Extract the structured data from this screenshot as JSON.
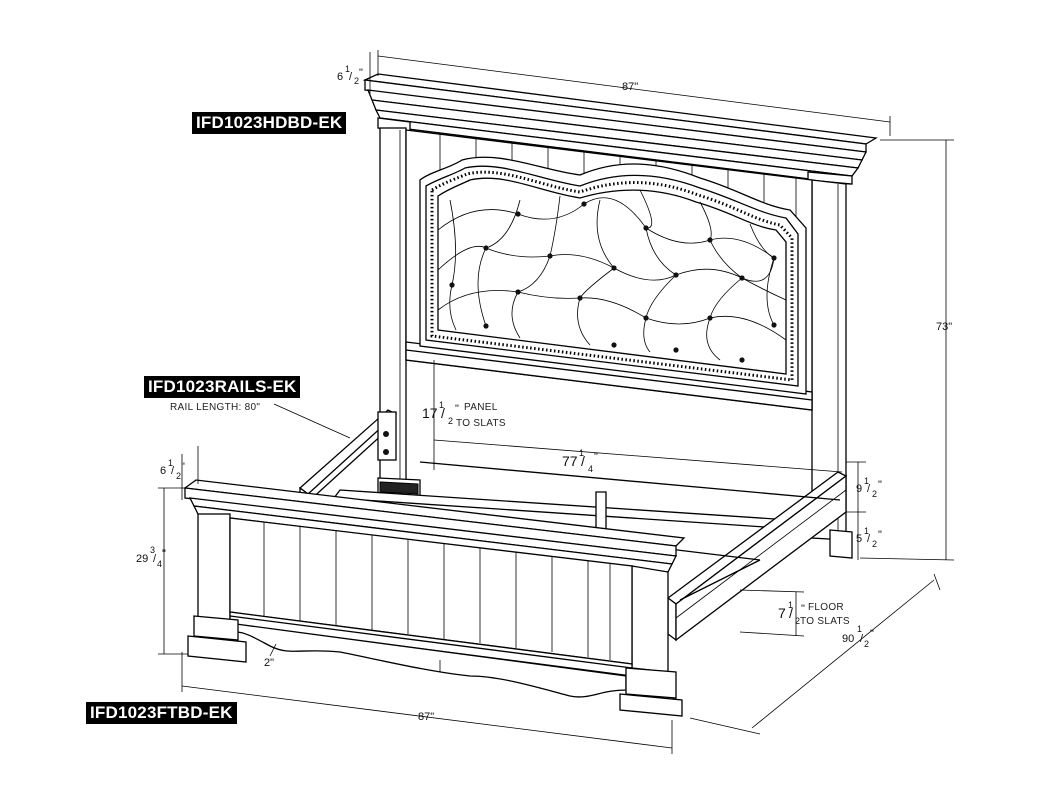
{
  "labels": {
    "headboard": "IFD1023HDBD-EK",
    "rails": "IFD1023RAILS-EK",
    "footboard": "IFD1023FTBD-EK",
    "rail_length": "RAIL LENGTH: 80\""
  },
  "dimensions": {
    "headboard_top_thickness": {
      "whole": "6",
      "num": "1",
      "den": "2",
      "unit": "\""
    },
    "headboard_width": "87\"",
    "headboard_height": "73\"",
    "panel_to_slats": {
      "whole": "17",
      "num": "1",
      "den": "2",
      "unit": "\""
    },
    "panel_to_slats_note_1": "PANEL",
    "panel_to_slats_note_2": "TO SLATS",
    "inner_width": {
      "whole": "77",
      "num": "1",
      "den": "4",
      "unit": "\""
    },
    "footboard_top_thickness": {
      "whole": "6",
      "num": "1",
      "den": "2",
      "unit": "\""
    },
    "footboard_height": {
      "whole": "29",
      "num": "3",
      "den": "4",
      "unit": "\""
    },
    "rail_height": {
      "whole": "9",
      "num": "1",
      "den": "2",
      "unit": "\""
    },
    "leg_height": {
      "whole": "5",
      "num": "1",
      "den": "2",
      "unit": "\""
    },
    "floor_to_slats": {
      "whole": "7",
      "num": "1",
      "den": "2",
      "unit": "\""
    },
    "floor_to_slats_note_1": "FLOOR",
    "floor_to_slats_note_2": "TO SLATS",
    "overall_length": {
      "whole": "90",
      "num": "1",
      "den": "2",
      "unit": "\""
    },
    "footboard_offset": "2\"",
    "footboard_width": "87\""
  }
}
